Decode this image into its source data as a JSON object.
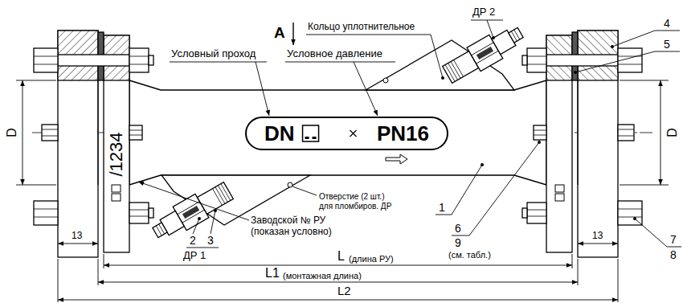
{
  "diagram": {
    "nodes": [
      {
        "text": [
          "DN",
          "PN16"
        ]
      }
    ],
    "labels": [
      "A",
      "Кольцо уплотнительное",
      "ДР 2",
      "4",
      "5",
      "Условный проход",
      "Условное давление",
      "D",
      "D",
      "/1234",
      "Отверстие (2 шт.) для пломбиров. ДР",
      "1",
      "Заводской № РУ (показан условно)",
      "2",
      "3",
      "ДР 1",
      "6",
      "9",
      "(см. табл.)",
      "7",
      "8",
      "13",
      "13",
      "L",
      "(длина РУ)",
      "L1",
      "(монтажная длина)",
      "L2"
    ]
  }
}
